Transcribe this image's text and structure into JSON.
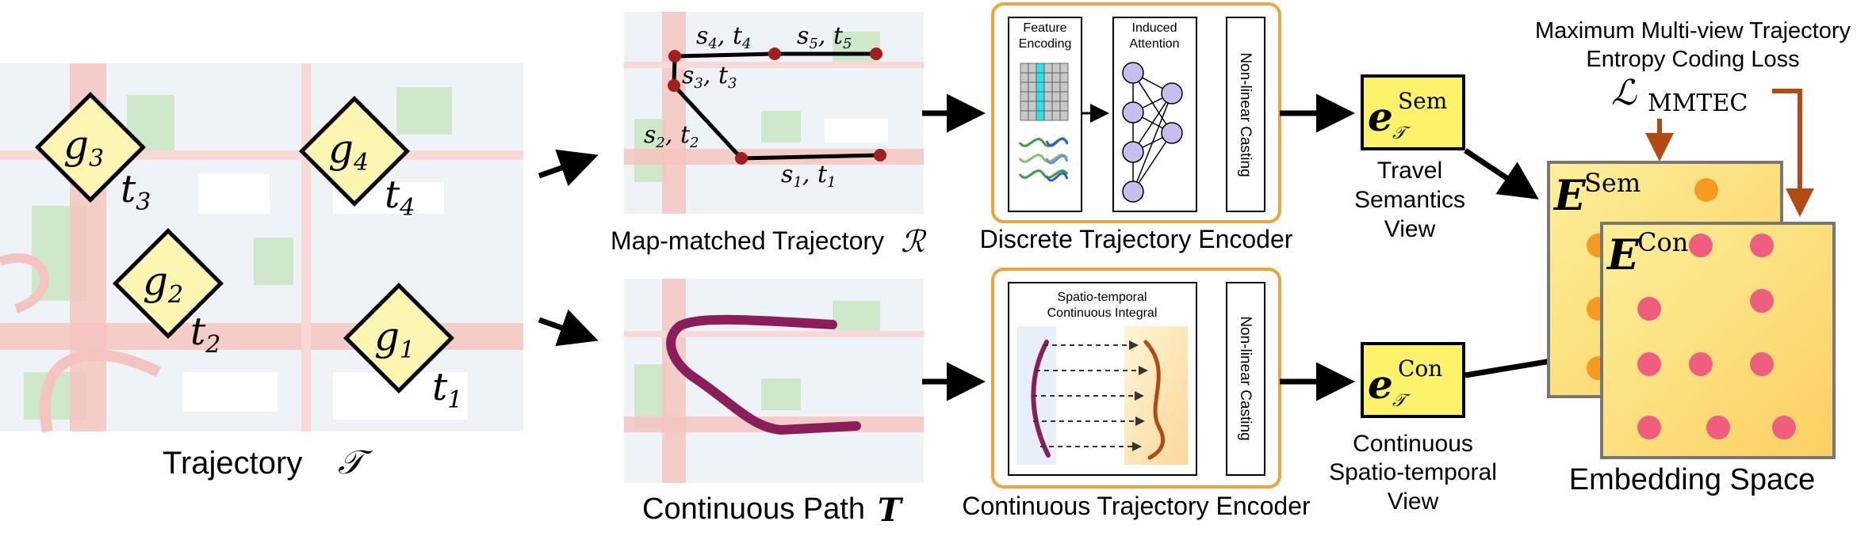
{
  "colors": {
    "map_bg": "#eef3f8",
    "map_road": "#f4c4c0",
    "map_green": "#cfe8c9",
    "map_block": "#ffffff",
    "node_fill": "#fdf6b3",
    "encoder_border": "#f0a33a",
    "embed_box": "#fde57a",
    "embed_box_edge": "#f8c85a",
    "orange_dot": "#f79a1e",
    "pink_dot": "#ef5d7f",
    "path_purple": "#8b1d5a",
    "loss_arrow": "#b44a13",
    "node_purple": "#c7bdf0",
    "gps_dot": "#a02020",
    "feature_cyan": "#2be1ea"
  },
  "trajectory": {
    "label": "Trajectory",
    "symbol": "𝒯",
    "points": [
      {
        "g": "g",
        "g_sub": "3",
        "t": "t",
        "t_sub": "3"
      },
      {
        "g": "g",
        "g_sub": "4",
        "t": "t",
        "t_sub": "4"
      },
      {
        "g": "g",
        "g_sub": "2",
        "t": "t",
        "t_sub": "2"
      },
      {
        "g": "g",
        "g_sub": "1",
        "t": "t",
        "t_sub": "1"
      }
    ]
  },
  "map_matched": {
    "label": "Map-matched Trajectory",
    "symbol": "ℛ",
    "segments": [
      {
        "s": "s",
        "s_sub": "4",
        "t": "t",
        "t_sub": "4"
      },
      {
        "s": "s",
        "s_sub": "5",
        "t": "t",
        "t_sub": "5"
      },
      {
        "s": "s",
        "s_sub": "3",
        "t": "t",
        "t_sub": "3"
      },
      {
        "s": "s",
        "s_sub": "2",
        "t": "t",
        "t_sub": "2"
      },
      {
        "s": "s",
        "s_sub": "1",
        "t": "t",
        "t_sub": "1"
      }
    ]
  },
  "continuous_path": {
    "label": "Continuous Path",
    "symbol": "T"
  },
  "discrete_encoder": {
    "label": "Discrete Trajectory Encoder",
    "feature_line1": "Feature",
    "feature_line2": "Encoding",
    "attention_line1": "Induced",
    "attention_line2": "Attention",
    "casting": "Non-linear Casting"
  },
  "continuous_encoder": {
    "label": "Continuous Trajectory Encoder",
    "integral_line1": "Spatio-temporal",
    "integral_line2": "Continuous Integral",
    "casting": "Non-linear Casting"
  },
  "sem_embedding": {
    "symbol": "e",
    "sub": "𝒯",
    "sup": "Sem",
    "view_line1": "Travel",
    "view_line2": "Semantics",
    "view_line3": "View"
  },
  "con_embedding": {
    "symbol": "e",
    "sub": "𝒯",
    "sup": "Con",
    "view_line1": "Continuous",
    "view_line2": "Spatio-temporal",
    "view_line3": "View"
  },
  "loss": {
    "line1": "Maximum Multi-view Trajectory",
    "line2": "Entropy Coding Loss",
    "symbol": "ℒ",
    "sub": "MMTEC"
  },
  "embedding_space": {
    "label": "Embedding Space",
    "sem_symbol": "E",
    "sem_sup": "Sem",
    "con_symbol": "E",
    "con_sup": "Con"
  }
}
